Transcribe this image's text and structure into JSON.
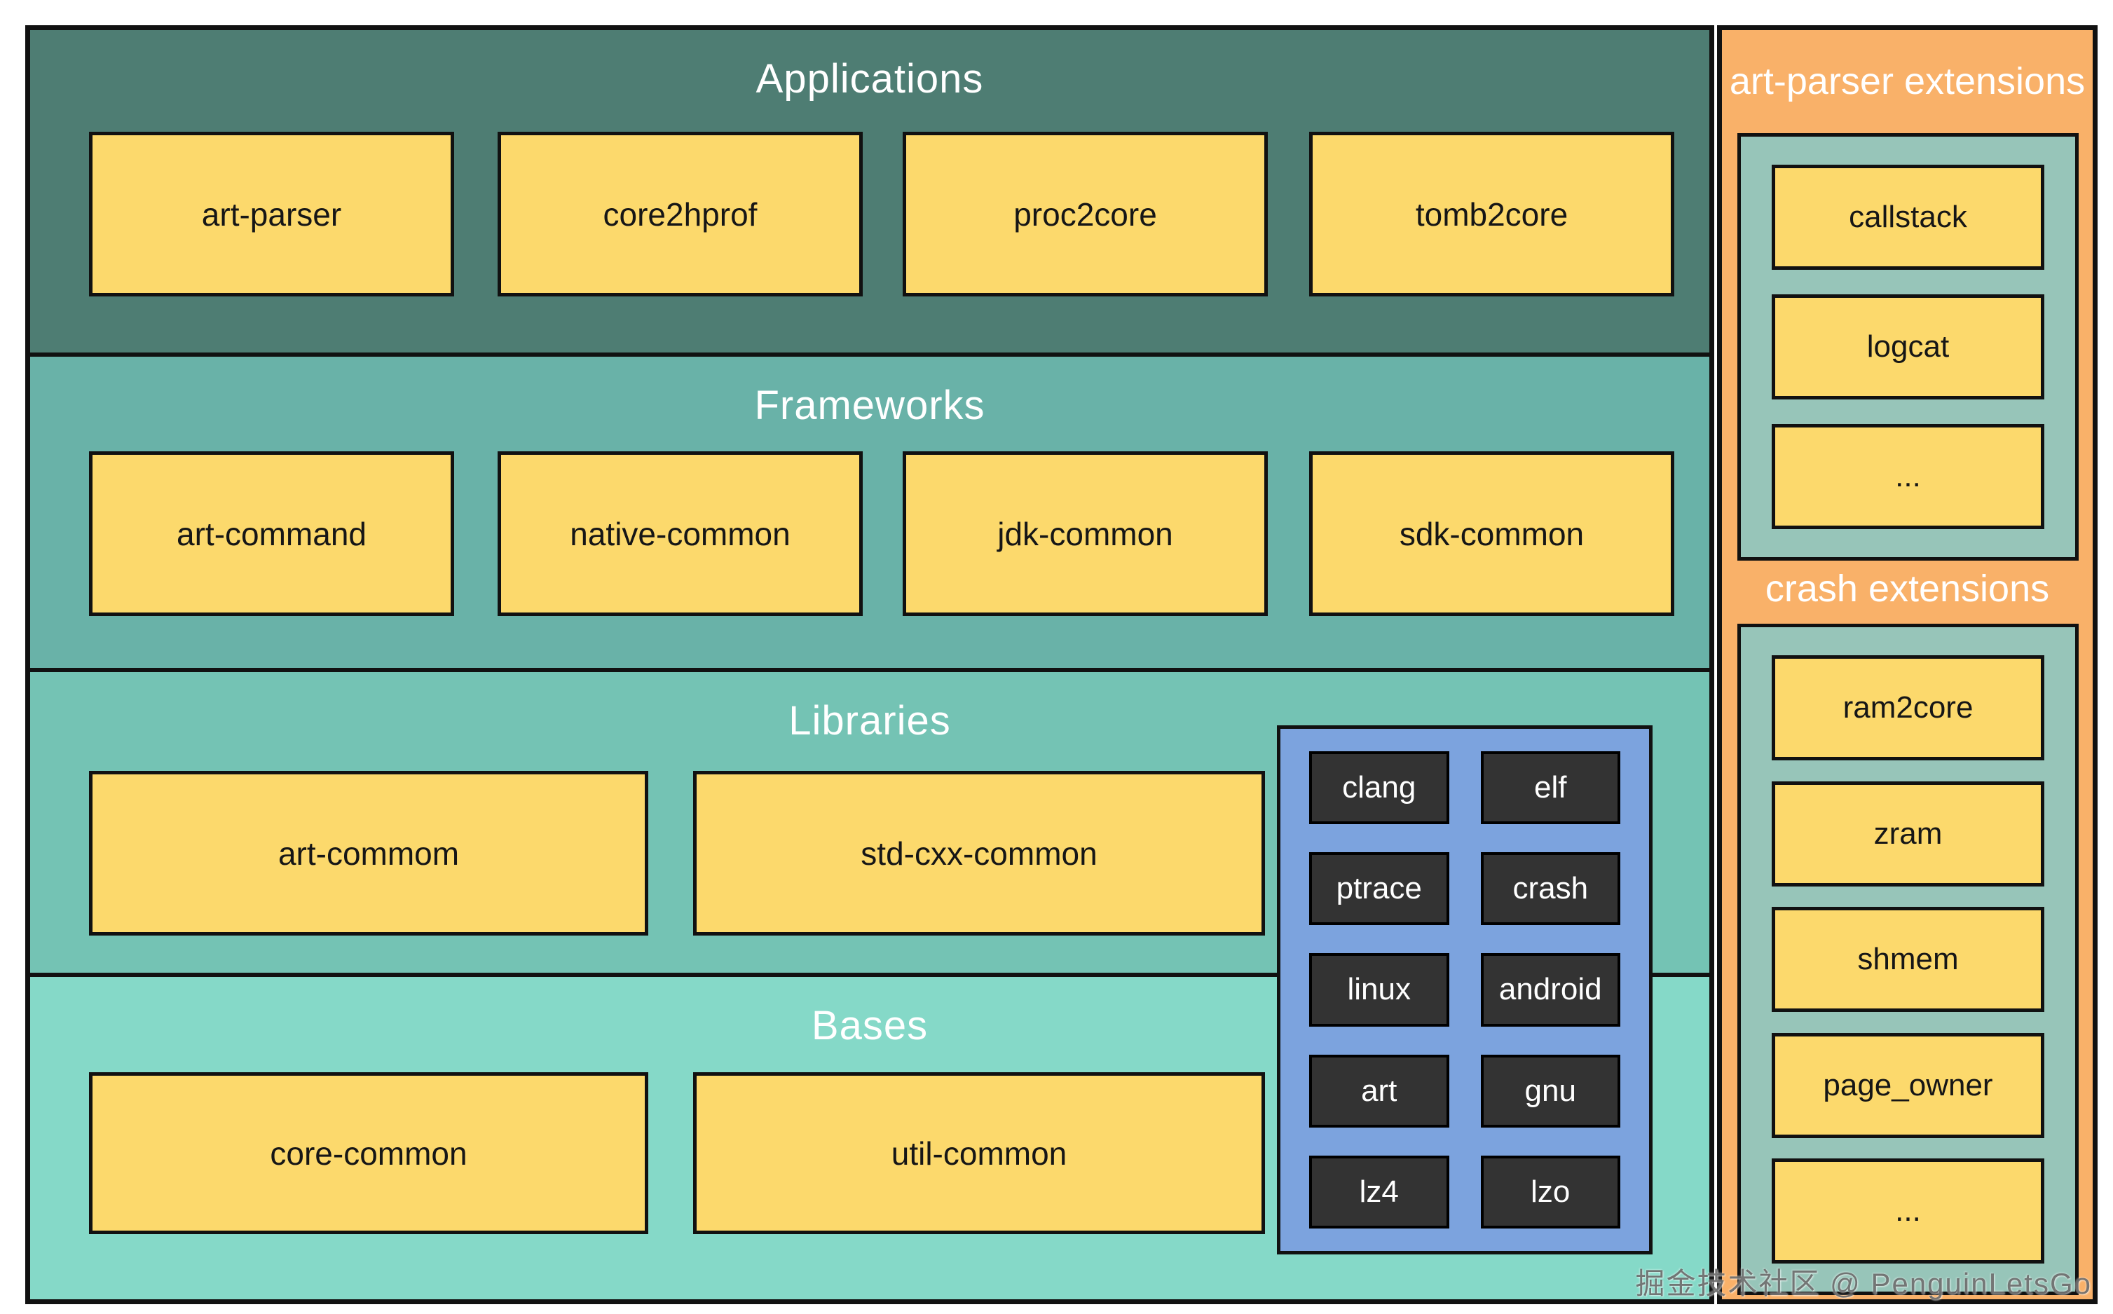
{
  "colors": {
    "applications_bg": "#4e7d73",
    "frameworks_bg": "#69b2a8",
    "libraries_bg": "#74c3b4",
    "bases_bg": "#85d9c8",
    "card_yellow": "#fcd96c",
    "tech_panel_blue": "#7ca3de",
    "tech_item_dark": "#333333",
    "extensions_orange": "#f9b169",
    "extensions_inner_teal": "#97c5b9",
    "border_black": "#111111"
  },
  "layers": [
    {
      "title": "Applications",
      "boxes": [
        "art-parser",
        "core2hprof",
        "proc2core",
        "tomb2core"
      ]
    },
    {
      "title": "Frameworks",
      "boxes": [
        "art-command",
        "native-common",
        "jdk-common",
        "sdk-common"
      ]
    },
    {
      "title": "Libraries",
      "boxes": [
        "art-commom",
        "std-cxx-common"
      ]
    },
    {
      "title": "Bases",
      "boxes": [
        "core-common",
        "util-common"
      ]
    }
  ],
  "tech_grid": {
    "items": [
      "clang",
      "elf",
      "ptrace",
      "crash",
      "linux",
      "android",
      "art",
      "gnu",
      "lz4",
      "lzo"
    ]
  },
  "extension_panels": [
    {
      "title": "art-parser extensions",
      "items": [
        "callstack",
        "logcat",
        "..."
      ]
    },
    {
      "title": "crash extensions",
      "items": [
        "ram2core",
        "zram",
        "shmem",
        "page_owner",
        "..."
      ]
    }
  ],
  "watermark": {
    "text": "掘金技术社区 @ PenguinLetsGo"
  }
}
